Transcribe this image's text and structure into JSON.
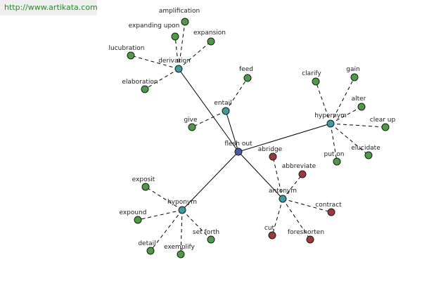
{
  "watermark": "http://www.artikata.com",
  "colors": {
    "center": "#4a5aa0",
    "hub": "#3f9aa0",
    "synonym": "#4f9a48",
    "antonym": "#9a3a3a"
  },
  "center": "flesh out",
  "hubs": [
    {
      "id": "derivation",
      "label": "derivation",
      "kind": "hub"
    },
    {
      "id": "entail",
      "label": "entail",
      "kind": "hub"
    },
    {
      "id": "hypernym",
      "label": "hypernym",
      "kind": "hub"
    },
    {
      "id": "hyponym",
      "label": "hyponym",
      "kind": "hub"
    },
    {
      "id": "antonym",
      "label": "antonym",
      "kind": "hub"
    }
  ],
  "leaves": {
    "derivation": [
      "amplification",
      "expanding upon",
      "expansion",
      "lucubration",
      "elaboration"
    ],
    "entail": [
      "feed",
      "give"
    ],
    "hypernym": [
      "clarify",
      "gain",
      "alter",
      "clear up",
      "elucidate",
      "put on"
    ],
    "hyponym": [
      "exposit",
      "expound",
      "detail",
      "exemplify",
      "set forth"
    ],
    "antonym": [
      "abridge",
      "abbreviate",
      "contract",
      "foreshorten",
      "cut"
    ]
  }
}
